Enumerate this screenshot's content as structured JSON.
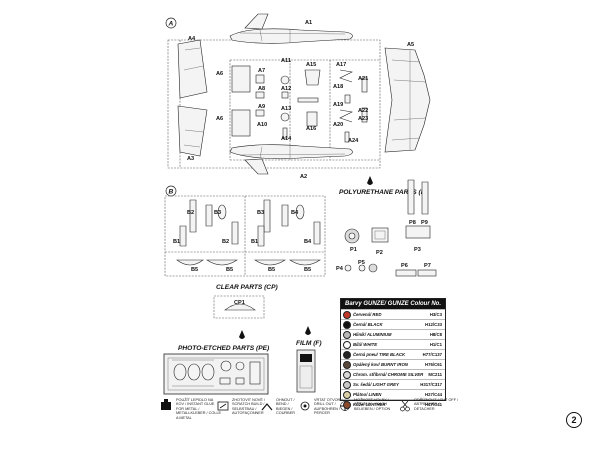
{
  "sprues": {
    "a_letter": "A",
    "b_letter": "B",
    "a_parts": [
      "A1",
      "A2",
      "A3",
      "A4",
      "A5",
      "A6",
      "A7",
      "A8",
      "A9",
      "A10",
      "A11",
      "A12",
      "A13",
      "A14",
      "A15",
      "A16",
      "A17",
      "A18",
      "A19",
      "A20",
      "A21",
      "A22",
      "A23",
      "A24"
    ],
    "b_parts": [
      "B1",
      "B2",
      "B3",
      "B4",
      "B5"
    ]
  },
  "polyurethane": {
    "heading": "POLYURETHANE PARTS (P)",
    "parts": [
      "P1",
      "P2",
      "P3",
      "P4",
      "P5",
      "P6",
      "P7",
      "P8",
      "P9"
    ]
  },
  "clear": {
    "heading": "CLEAR PARTS (CP)",
    "part": "CP1"
  },
  "photo_etched": {
    "heading": "PHOTO-ETCHED PARTS (PE)"
  },
  "film": {
    "heading": "FILM (F)"
  },
  "colour_table": {
    "heading": "Barvy GUNZE/ GUNZE Colour No.",
    "rows": [
      {
        "name": "Červená/ RED",
        "code": "H3/C3",
        "color": "#c0392b"
      },
      {
        "name": "Černá/ BLACK",
        "code": "H12/C33",
        "color": "#111111"
      },
      {
        "name": "Hliník/ ALUMINIUM",
        "code": "H8/C8",
        "color": "#b9b9b9"
      },
      {
        "name": "Bílá/ WHITE",
        "code": "H1/C1",
        "color": "#ffffff"
      },
      {
        "name": "Černá pneu/ TIRE BLACK",
        "code": "H77/C137",
        "color": "#262626"
      },
      {
        "name": "Opálený kov/ BURNT IRON",
        "code": "H76/C61",
        "color": "#5b4a3c"
      },
      {
        "name": "Chrom. stříbrná/ CHROME SILVER",
        "code": "MC211",
        "color": "#d8d8d8"
      },
      {
        "name": "Sv. šedá/ LIGHT GREY",
        "code": "H317/C317",
        "color": "#c9c9c9"
      },
      {
        "name": "Plátno/ LINEN",
        "code": "H27/C44",
        "color": "#d9cfa8"
      },
      {
        "name": "Kůže/ LEATHER",
        "code": "H47/C41",
        "color": "#8b4b2b"
      }
    ]
  },
  "legend": [
    {
      "icon": "glue-icon",
      "text": "POUŽÍT LEPIDLO NA KOV / INSTANT GLUE FOR METAL / METALLKLEBER / COLLE A METAL"
    },
    {
      "icon": "scratch-icon",
      "text": "ZHOTOVIT NOVÉ / SCRATCH BUILD / SELBSTBAU / AUTOFAÇONNER"
    },
    {
      "icon": "bend-icon",
      "text": "OHNOUT / BEND / BIEGEN / COURBER"
    },
    {
      "icon": "drill-icon",
      "text": "VRTAT OTVOR / DRILL OUT / AUFBOHREN / PERCER"
    },
    {
      "icon": "option-icon",
      "text": "MOŽNOST VOLBY / OPTIONAL / NACH BELIEBEN / OPTION"
    },
    {
      "icon": "cut-icon",
      "text": "ODŘÍZNOUT / CUT OFF / ABTRENNEN / DETACHER"
    }
  ],
  "page_number": "2"
}
